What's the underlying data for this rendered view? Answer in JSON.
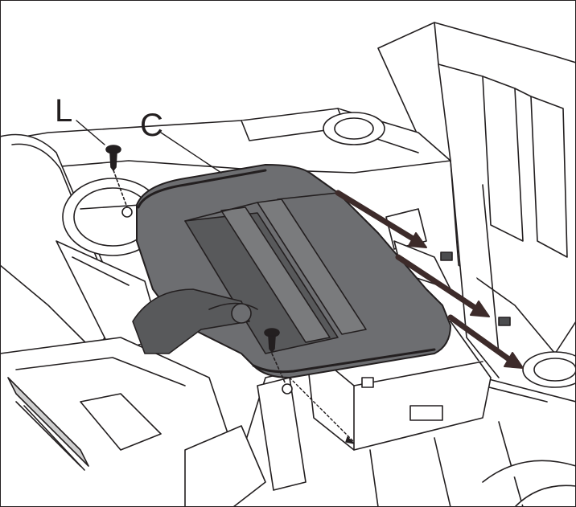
{
  "callouts": {
    "screw": "L",
    "cover": "C"
  },
  "colors": {
    "line": "#231f20",
    "outline_fill": "#ffffff",
    "cover_fill": "#6d6e71",
    "cover_dark": "#4b4c4e",
    "arrow": "#3d2b2a"
  },
  "icons": [
    "screw-icon",
    "direction-arrow"
  ]
}
